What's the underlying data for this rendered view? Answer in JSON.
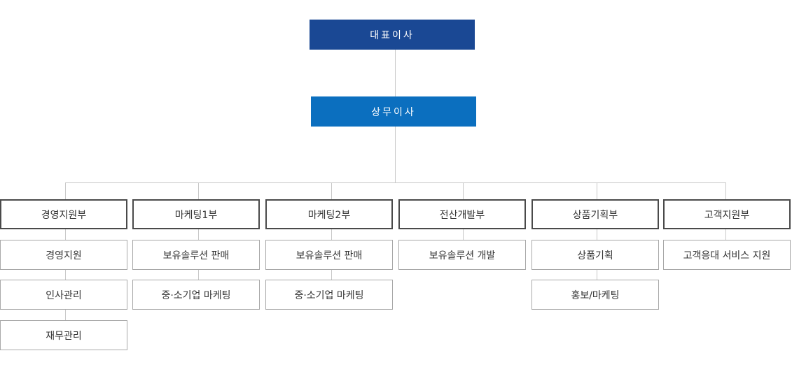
{
  "ceo": {
    "label": "대표이사",
    "color": "#1a4894"
  },
  "director": {
    "label": "상무이사",
    "color": "#0b6fbf"
  },
  "departments": [
    {
      "name": "경영지원부",
      "teams": [
        "경영지원",
        "인사관리",
        "재무관리"
      ]
    },
    {
      "name": "마케팅1부",
      "teams": [
        "보유솔루션 판매",
        "중·소기업 마케팅"
      ]
    },
    {
      "name": "마케팅2부",
      "teams": [
        "보유솔루션 판매",
        "중·소기업 마케팅"
      ]
    },
    {
      "name": "전산개발부",
      "teams": [
        "보유솔루션 개발"
      ]
    },
    {
      "name": "상품기획부",
      "teams": [
        "상품기획",
        "홍보/마케팅"
      ]
    },
    {
      "name": "고객지원부",
      "teams": [
        "고객응대 서비스 지원"
      ]
    }
  ]
}
